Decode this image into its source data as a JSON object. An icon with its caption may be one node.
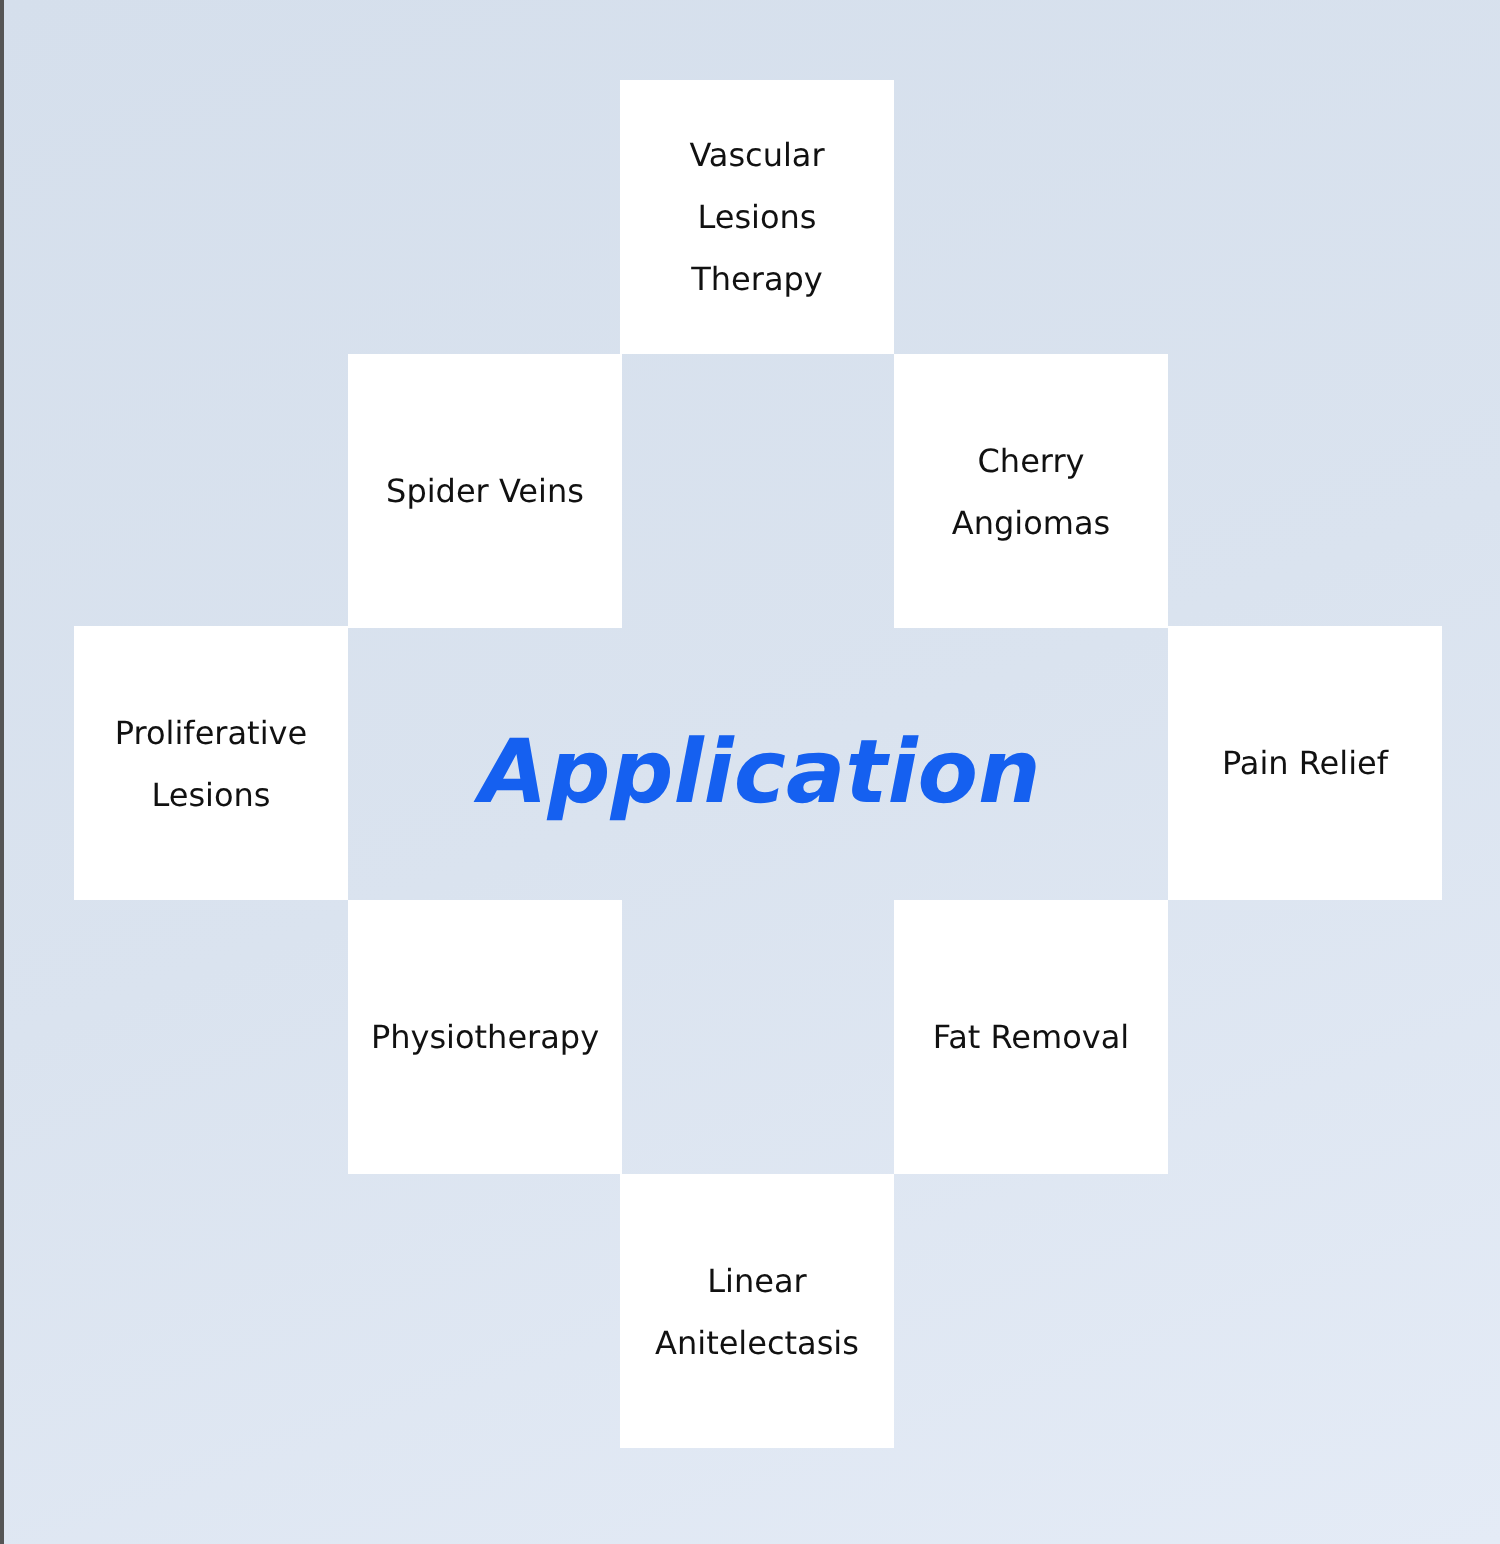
{
  "diagram": {
    "title": "Application",
    "nodes": [
      {
        "text": [
          "Vascular Lesions Therapy"
        ]
      },
      {
        "text": [
          "Spider Veins"
        ]
      },
      {
        "text": [
          "Cherry Angiomas"
        ]
      },
      {
        "text": [
          "Proliferative Lesions"
        ]
      },
      {
        "text": [
          "Pain Relief"
        ]
      },
      {
        "text": [
          "Physiotherapy"
        ]
      },
      {
        "text": [
          "Fat Removal"
        ]
      },
      {
        "text": [
          "Linear Anitelectasis"
        ]
      }
    ]
  }
}
